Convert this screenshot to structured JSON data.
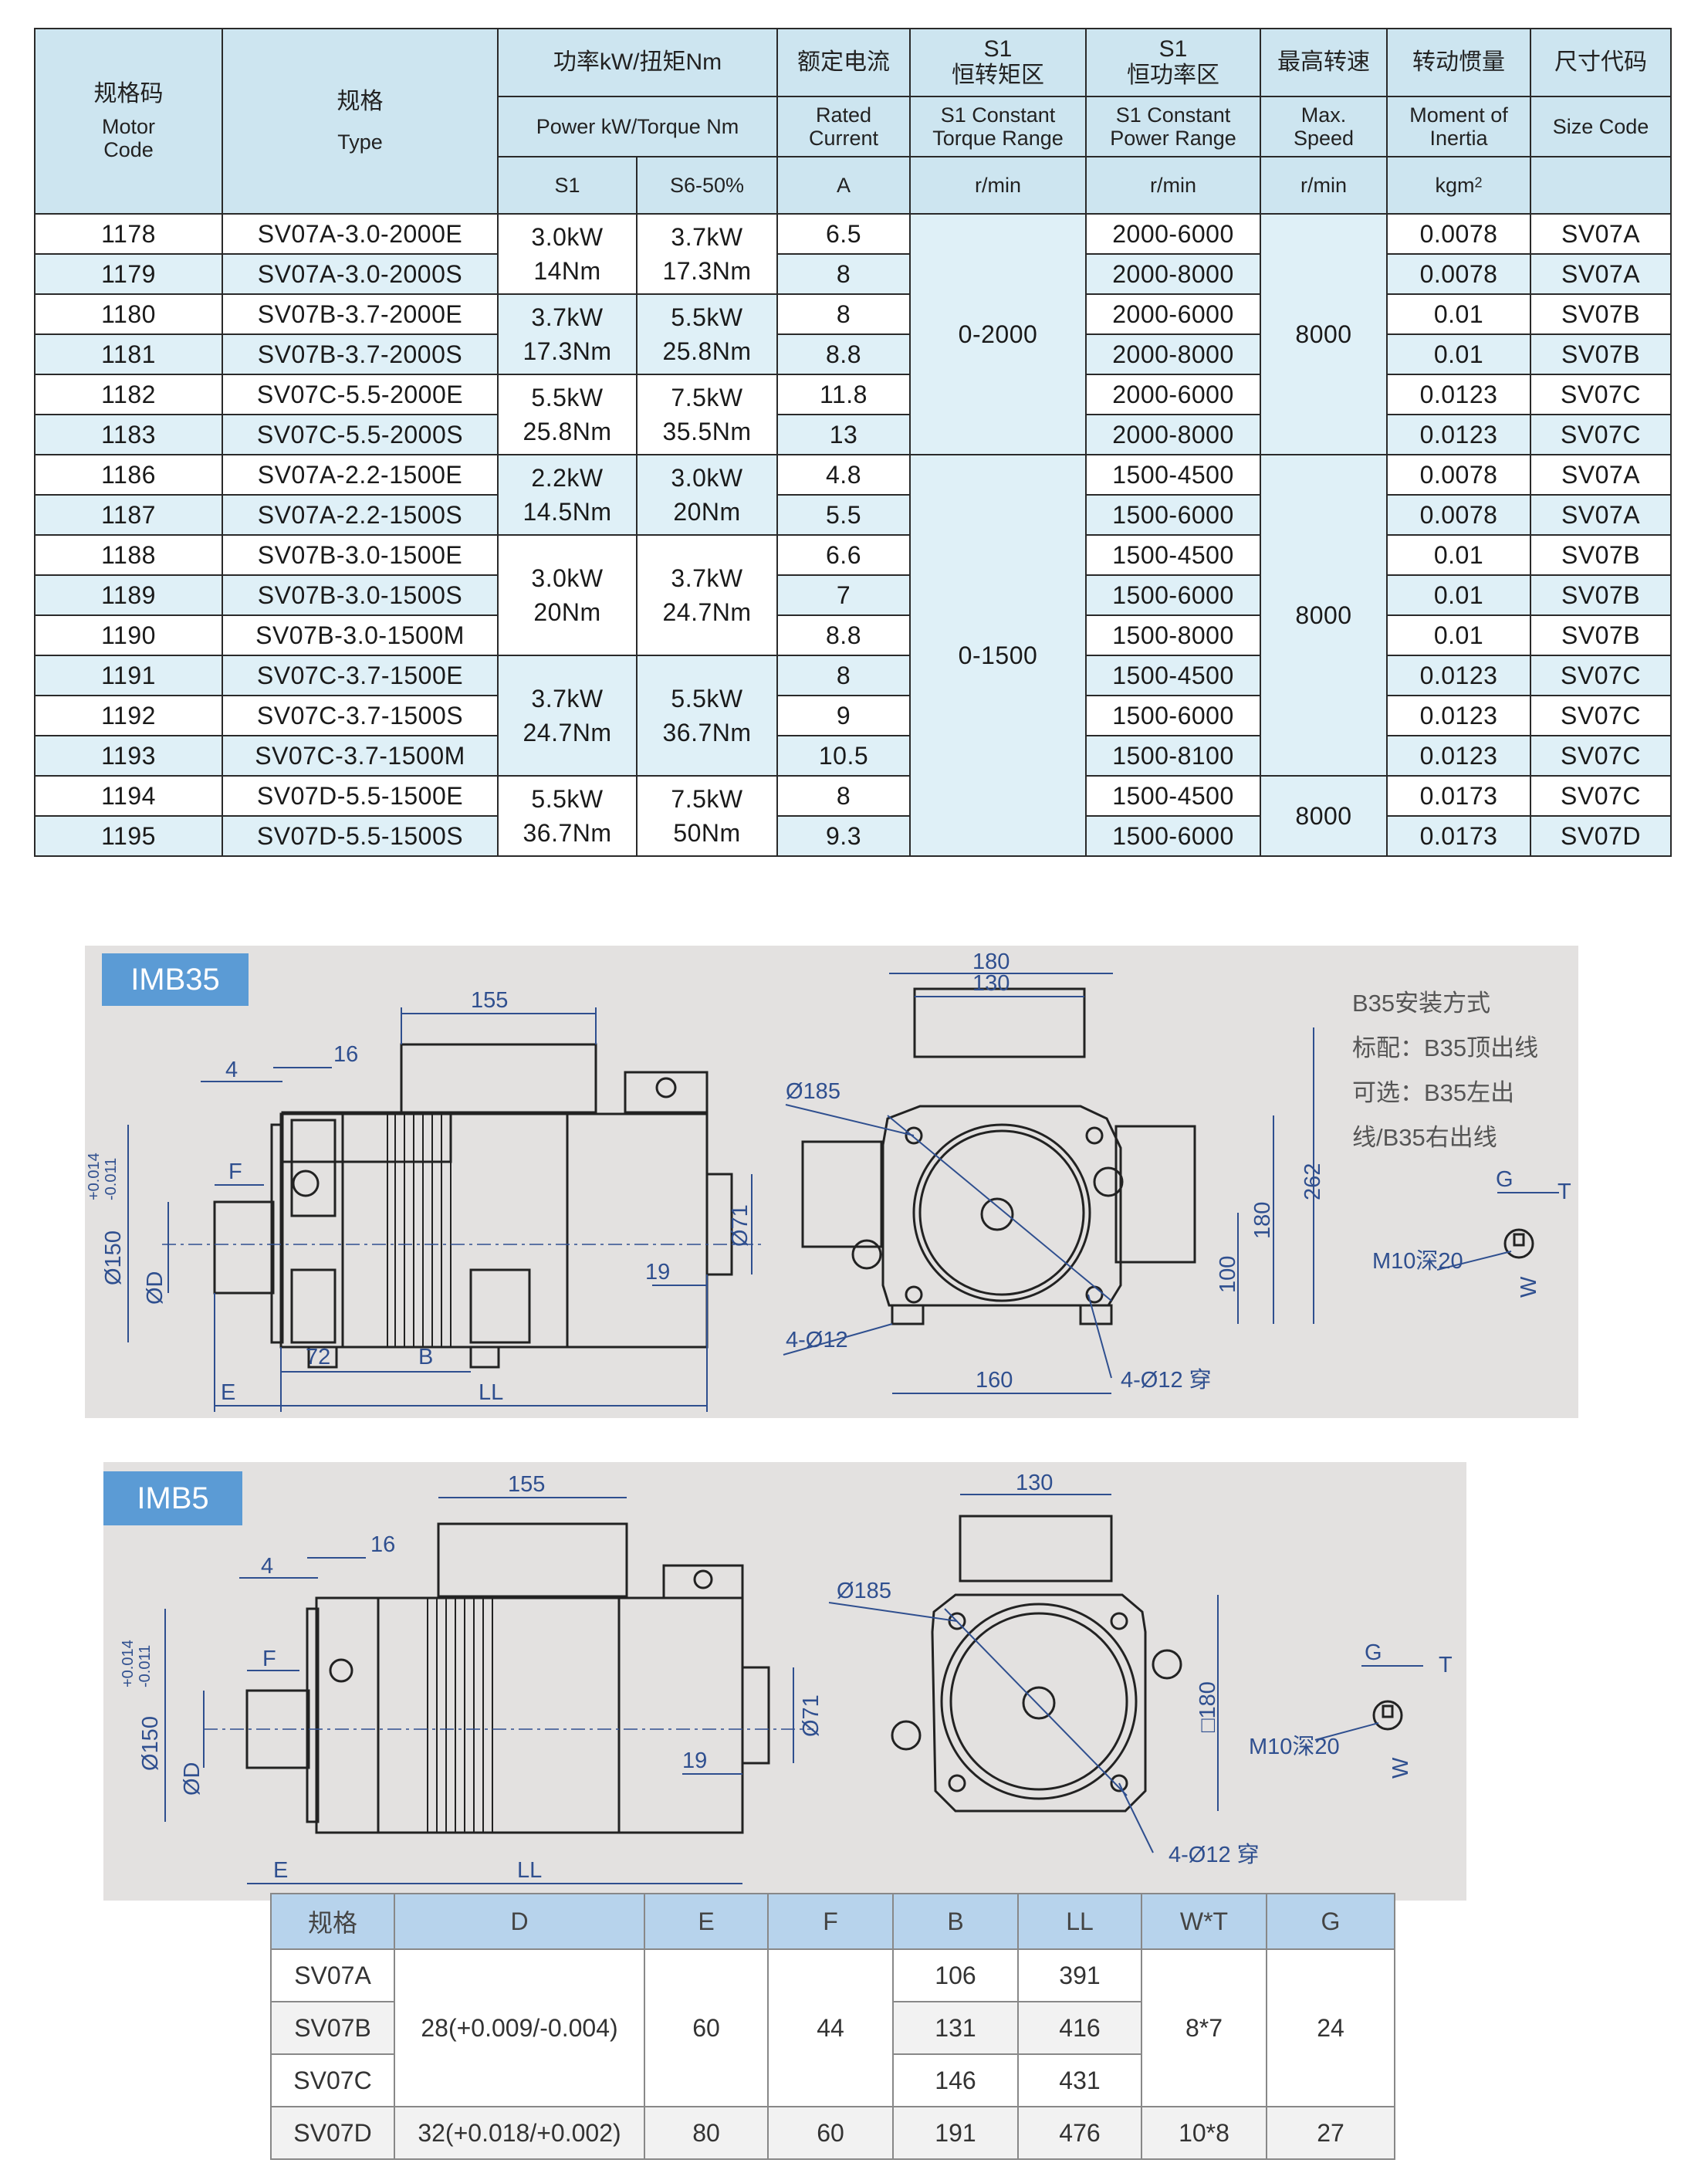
{
  "spec_table": {
    "headers": {
      "code_zh": "规格码",
      "code_en1": "Motor",
      "code_en2": "Code",
      "type_zh": "规格",
      "type_en": "Type",
      "power_zh": "功率kW/扭矩Nm",
      "power_en": "Power kW/Torque Nm",
      "power_s1": "S1",
      "power_s6": "S6-50%",
      "current_zh": "额定电流",
      "current_en1": "Rated",
      "current_en2": "Current",
      "current_unit": "A",
      "torque_zh1": "S1",
      "torque_zh2": "恒转矩区",
      "torque_en1": "S1 Constant",
      "torque_en2": "Torque Range",
      "torque_unit": "r/min",
      "cpower_zh1": "S1",
      "cpower_zh2": "恒功率区",
      "cpower_en1": "S1 Constant",
      "cpower_en2": "Power Range",
      "cpower_unit": "r/min",
      "speed_zh": "最高转速",
      "speed_en1": "Max.",
      "speed_en2": "Speed",
      "speed_unit": "r/min",
      "inertia_zh": "转动惯量",
      "inertia_en1": "Moment of",
      "inertia_en2": "Inertia",
      "inertia_unit": "kgm",
      "size_zh": "尺寸代码",
      "size_en": "Size Code"
    },
    "rows": [
      {
        "code": "1178",
        "type": "SV07A-3.0-2000E",
        "current": "6.5",
        "cpower": "2000-6000",
        "inertia": "0.0078",
        "size": "SV07A"
      },
      {
        "code": "1179",
        "type": "SV07A-3.0-2000S",
        "current": "8",
        "cpower": "2000-8000",
        "inertia": "0.0078",
        "size": "SV07A"
      },
      {
        "code": "1180",
        "type": "SV07B-3.7-2000E",
        "current": "8",
        "cpower": "2000-6000",
        "inertia": "0.01",
        "size": "SV07B"
      },
      {
        "code": "1181",
        "type": "SV07B-3.7-2000S",
        "current": "8.8",
        "cpower": "2000-8000",
        "inertia": "0.01",
        "size": "SV07B"
      },
      {
        "code": "1182",
        "type": "SV07C-5.5-2000E",
        "current": "11.8",
        "cpower": "2000-6000",
        "inertia": "0.0123",
        "size": "SV07C"
      },
      {
        "code": "1183",
        "type": "SV07C-5.5-2000S",
        "current": "13",
        "cpower": "2000-8000",
        "inertia": "0.0123",
        "size": "SV07C"
      },
      {
        "code": "1186",
        "type": "SV07A-2.2-1500E",
        "current": "4.8",
        "cpower": "1500-4500",
        "inertia": "0.0078",
        "size": "SV07A"
      },
      {
        "code": "1187",
        "type": "SV07A-2.2-1500S",
        "current": "5.5",
        "cpower": "1500-6000",
        "inertia": "0.0078",
        "size": "SV07A"
      },
      {
        "code": "1188",
        "type": "SV07B-3.0-1500E",
        "current": "6.6",
        "cpower": "1500-4500",
        "inertia": "0.01",
        "size": "SV07B"
      },
      {
        "code": "1189",
        "type": "SV07B-3.0-1500S",
        "current": "7",
        "cpower": "1500-6000",
        "inertia": "0.01",
        "size": "SV07B"
      },
      {
        "code": "1190",
        "type": "SV07B-3.0-1500M",
        "current": "8.8",
        "cpower": "1500-8000",
        "inertia": "0.01",
        "size": "SV07B"
      },
      {
        "code": "1191",
        "type": "SV07C-3.7-1500E",
        "current": "8",
        "cpower": "1500-4500",
        "inertia": "0.0123",
        "size": "SV07C"
      },
      {
        "code": "1192",
        "type": "SV07C-3.7-1500S",
        "current": "9",
        "cpower": "1500-6000",
        "inertia": "0.0123",
        "size": "SV07C"
      },
      {
        "code": "1193",
        "type": "SV07C-3.7-1500M",
        "current": "10.5",
        "cpower": "1500-8100",
        "inertia": "0.0123",
        "size": "SV07C"
      },
      {
        "code": "1194",
        "type": "SV07D-5.5-1500E",
        "current": "8",
        "cpower": "1500-4500",
        "inertia": "0.0173",
        "size": "SV07C"
      },
      {
        "code": "1195",
        "type": "SV07D-5.5-1500S",
        "current": "9.3",
        "cpower": "1500-6000",
        "inertia": "0.0173",
        "size": "SV07D"
      }
    ],
    "power_groups": [
      {
        "s1_kw": "3.0kW",
        "s1_nm": "14Nm",
        "s6_kw": "3.7kW",
        "s6_nm": "17.3Nm"
      },
      {
        "s1_kw": "3.7kW",
        "s1_nm": "17.3Nm",
        "s6_kw": "5.5kW",
        "s6_nm": "25.8Nm"
      },
      {
        "s1_kw": "5.5kW",
        "s1_nm": "25.8Nm",
        "s6_kw": "7.5kW",
        "s6_nm": "35.5Nm"
      },
      {
        "s1_kw": "2.2kW",
        "s1_nm": "14.5Nm",
        "s6_kw": "3.0kW",
        "s6_nm": "20Nm"
      },
      {
        "s1_kw": "3.0kW",
        "s1_nm": "20Nm",
        "s6_kw": "3.7kW",
        "s6_nm": "24.7Nm"
      },
      {
        "s1_kw": "3.7kW",
        "s1_nm": "24.7Nm",
        "s6_kw": "5.5kW",
        "s6_nm": "36.7Nm"
      },
      {
        "s1_kw": "5.5kW",
        "s1_nm": "36.7Nm",
        "s6_kw": "7.5kW",
        "s6_nm": "50Nm"
      }
    ],
    "torque_range_groups": [
      "0-2000",
      "0-1500"
    ],
    "max_speed_groups": [
      "8000",
      "8000",
      "8000"
    ]
  },
  "imb35": {
    "tag": "IMB35",
    "notes": [
      "B35安装方式",
      "标配：B35顶出线",
      "可选：B35左出线/B35右出线"
    ],
    "dims": {
      "d155": "155",
      "d16": "16",
      "d4": "4",
      "dF": "F",
      "d150": "Ø150",
      "d150tol_up": "+0.014",
      "d150tol_lo": "-0.011",
      "dD": "ØD",
      "d71": "Ø71",
      "d19": "19",
      "d72": "72",
      "dB": "B",
      "dE": "E",
      "dLL": "LL",
      "d180": "180",
      "d130": "130",
      "d185": "Ø185",
      "d262": "262",
      "d180v": "180",
      "d100": "100",
      "d4x12": "4-Ø12",
      "d160": "160",
      "d4x12t": "4-Ø12 穿",
      "dG": "G",
      "dT": "T",
      "dW": "W",
      "dM10": "M10深20"
    }
  },
  "imb5": {
    "tag": "IMB5",
    "dims": {
      "d155": "155",
      "d16": "16",
      "d4": "4",
      "dF": "F",
      "d150": "Ø150",
      "d150tol_up": "+0.014",
      "d150tol_lo": "-0.011",
      "dD": "ØD",
      "d71": "Ø71",
      "d19": "19",
      "dE": "E",
      "dLL": "LL",
      "d130": "130",
      "d185": "Ø185",
      "d180sq": "□180",
      "d4x12t": "4-Ø12 穿",
      "dG": "G",
      "dT": "T",
      "dW": "W",
      "dM10": "M10深20"
    }
  },
  "dim_table": {
    "headers": [
      "规格",
      "D",
      "E",
      "F",
      "B",
      "LL",
      "W*T",
      "G"
    ],
    "rows": [
      {
        "spec": "SV07A",
        "B": "106",
        "LL": "391"
      },
      {
        "spec": "SV07B",
        "B": "131",
        "LL": "416"
      },
      {
        "spec": "SV07C",
        "B": "146",
        "LL": "431"
      },
      {
        "spec": "SV07D",
        "B": "191",
        "LL": "476"
      }
    ],
    "group_abc": {
      "D": "28(+0.009/-0.004)",
      "E": "60",
      "F": "44",
      "WT": "8*7",
      "G": "24"
    },
    "group_d": {
      "D": "32(+0.018/+0.002)",
      "E": "80",
      "F": "60",
      "WT": "10*8",
      "G": "27"
    }
  }
}
